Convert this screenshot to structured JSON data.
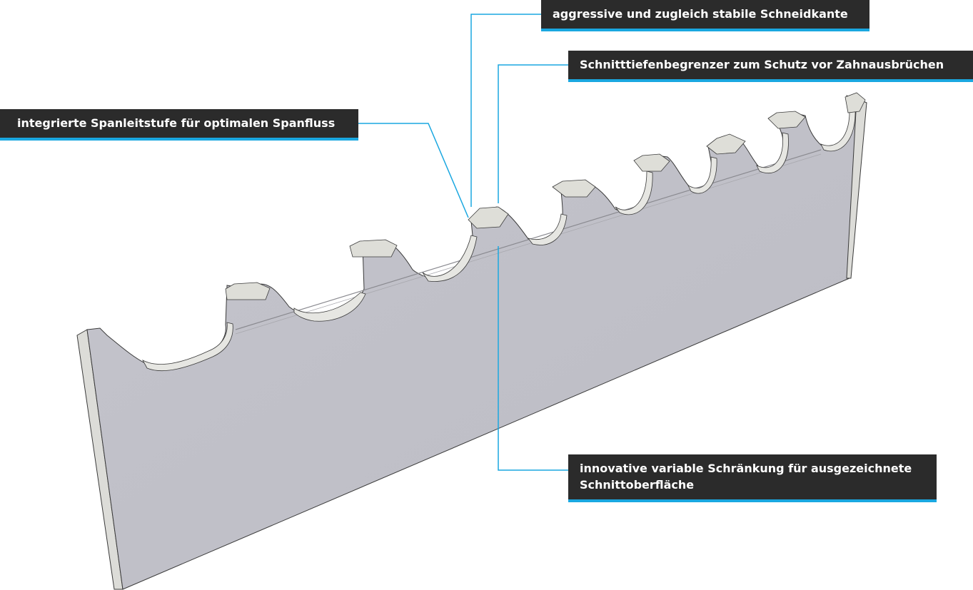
{
  "callouts": {
    "cutting_edge": "aggressive und zugleich stabile Schneidkante",
    "depth_limiter": "Schnitttiefenbegrenzer zum Schutz vor Zahnausbrüchen",
    "chip_step": "integrierte Spanleitstufe für optimalen Spanfluss",
    "variable_set_line1": "innovative variable Schränkung für ausgezeichnete",
    "variable_set_line2": "Schnittoberfläche"
  },
  "colors": {
    "label_background": "#2b2b2b",
    "label_text": "#ffffff",
    "accent_blue": "#1aa7e0",
    "blade_face": "#c1c1c9",
    "blade_top": "#e6e6e2",
    "blade_edge": "#d8d8d4",
    "outline": "#3a3a3a"
  }
}
